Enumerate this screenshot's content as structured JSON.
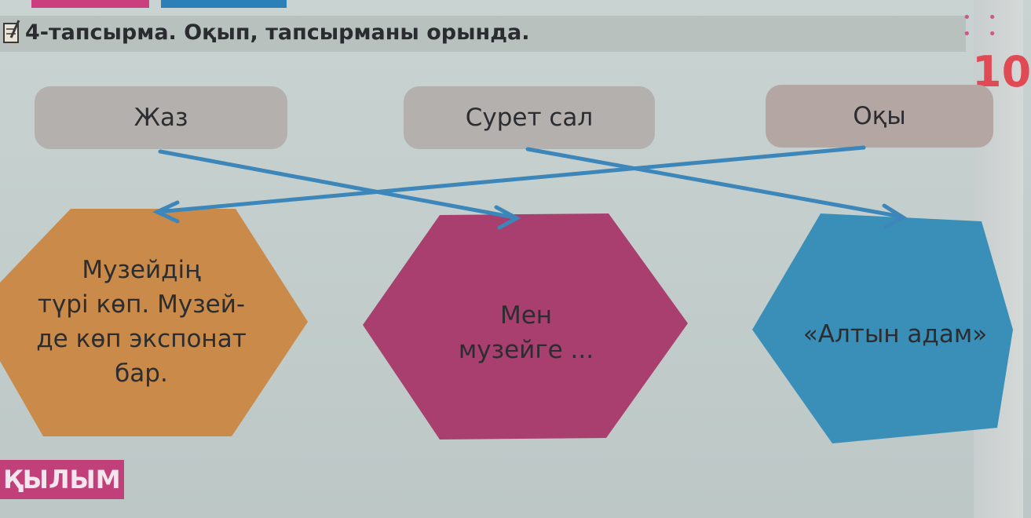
{
  "header": {
    "task_title": "4-тапсырма. Оқып, тапсырманы орында."
  },
  "side": {
    "page_number": "10",
    "dots": "• • • •"
  },
  "word_boxes": [
    {
      "label": "Жаз"
    },
    {
      "label": "Сурет сал"
    },
    {
      "label": "Оқы"
    }
  ],
  "hexagons": [
    {
      "lines": [
        "Музейдің",
        "түрі көп. Музей-",
        "де көп экспонат",
        "бар."
      ],
      "color": "#c98a4a"
    },
    {
      "lines": [
        "Мен",
        "музейге ..."
      ],
      "color": "#a83f6e"
    },
    {
      "lines": [
        "«Алтын адам»"
      ],
      "color": "#3a8fb8"
    }
  ],
  "footer": {
    "label": "ҚЫЛЫМ"
  },
  "colors": {
    "arrow": "#3c86ba",
    "header_band": "#b9c1bf",
    "footer": "#c2407a"
  }
}
